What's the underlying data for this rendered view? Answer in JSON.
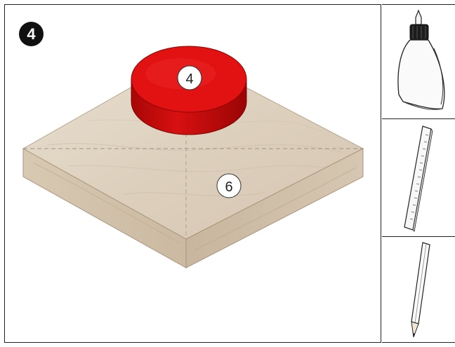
{
  "step": {
    "number": "4"
  },
  "assembly": {
    "disc_callout": "4",
    "board_callout": "6"
  },
  "colors": {
    "disc_red": "#e01010",
    "disc_dark": "#b00808",
    "wood_light": "#e4d8c8",
    "wood_mid": "#d2c2ad",
    "wood_dark": "#bfae98",
    "frame": "#222222"
  },
  "tools": [
    {
      "name": "glue-bottle-icon"
    },
    {
      "name": "ruler-icon"
    },
    {
      "name": "pencil-icon"
    }
  ]
}
